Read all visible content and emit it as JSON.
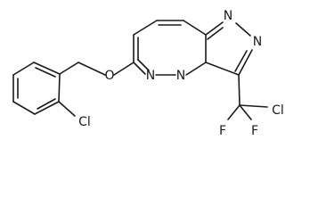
{
  "atoms": {
    "o_ether": "O",
    "n_ring_1": "N",
    "n_ring_2": "N",
    "n_bridge": "N",
    "n_lower": "N",
    "cl_aryl": "Cl",
    "cl_cf2": "Cl",
    "f_left": "F",
    "f_right": "F"
  }
}
